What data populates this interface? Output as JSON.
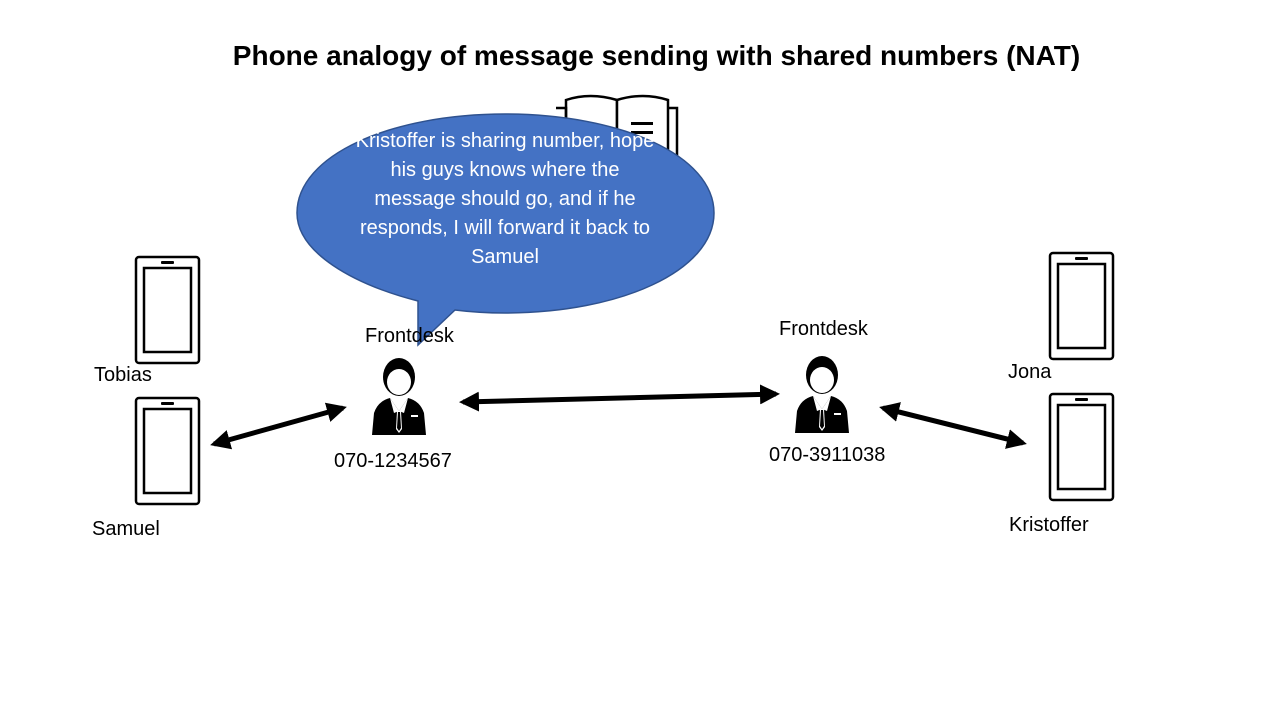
{
  "title": "Phone analogy of message sending with shared numbers (NAT)",
  "bubble": {
    "text": "Kristoffer is sharing number,  hope his guys knows where the message should go, and if he responds, I will forward it back to Samuel",
    "fill": "#4472C4",
    "stroke": "#2F528F"
  },
  "phones": {
    "tobias": "Tobias",
    "samuel": "Samuel",
    "jona": "Jona",
    "kristoffer": "Kristoffer"
  },
  "frontdesks": {
    "left": {
      "label": "Frontdesk",
      "number": "070-1234567"
    },
    "right": {
      "label": "Frontdesk",
      "number": "070-3911038"
    }
  },
  "icons": {
    "phone": "smartphone-icon",
    "person": "receptionist-icon",
    "book": "phonebook-icon",
    "arrow": "double-arrow"
  }
}
